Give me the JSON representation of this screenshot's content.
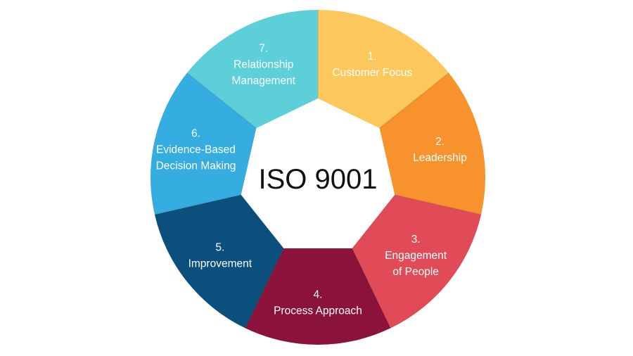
{
  "diagram": {
    "center_title": "ISO 9001",
    "segments": [
      {
        "number": "1.",
        "lines": [
          "Customer Focus"
        ],
        "color": "#fcc75b"
      },
      {
        "number": "2.",
        "lines": [
          "Leadership"
        ],
        "color": "#f7922d"
      },
      {
        "number": "3.",
        "lines": [
          "Engagement",
          "of People"
        ],
        "color": "#e14b57"
      },
      {
        "number": "4.",
        "lines": [
          "Process Approach"
        ],
        "color": "#8b1238"
      },
      {
        "number": "5.",
        "lines": [
          "Improvement"
        ],
        "color": "#0b4f7c"
      },
      {
        "number": "6.",
        "lines": [
          "Evidence-Based",
          "Decision Making"
        ],
        "color": "#35ade0"
      },
      {
        "number": "7.",
        "lines": [
          "Relationship",
          "Management"
        ],
        "color": "#5dcfd9"
      }
    ]
  }
}
